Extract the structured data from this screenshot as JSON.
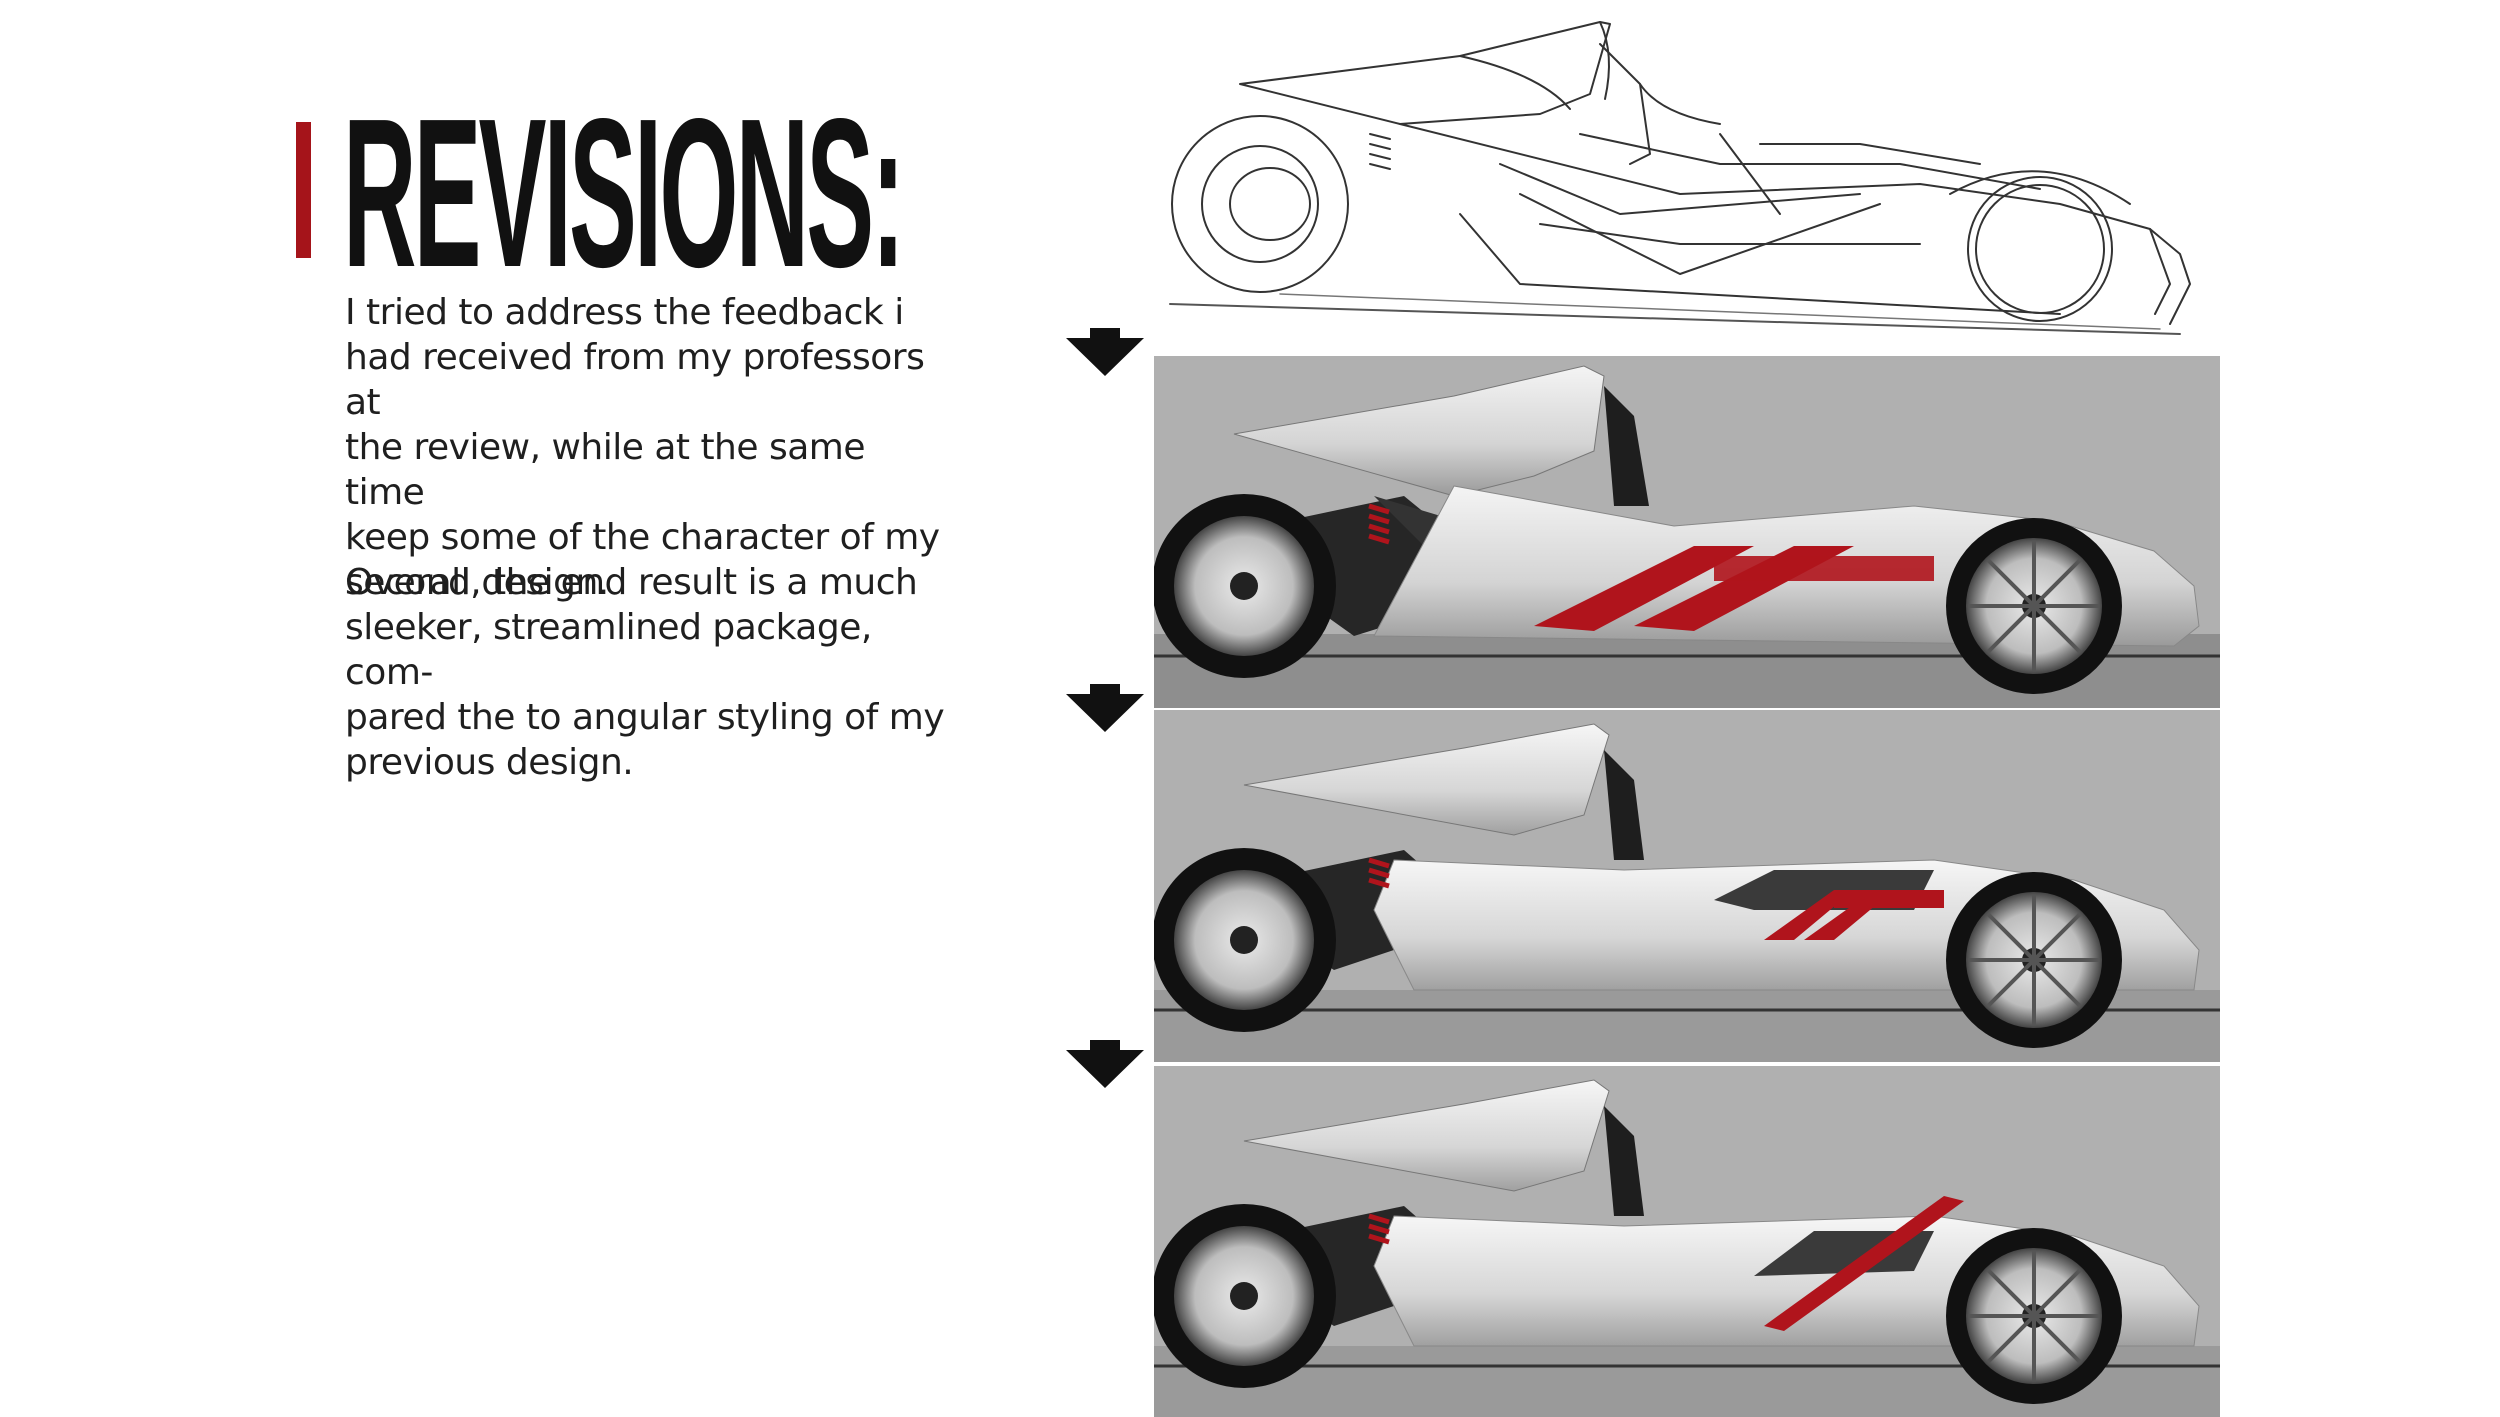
{
  "page": {
    "title": "REVISIONS:",
    "accent_color": "#a5141a",
    "paragraphs": [
      "I tried to address the feedback i\nhad received from my professors at\nthe review, while at the same time\nkeep some of the character of my\nsecond design.",
      "Overall, the end result is a much\nsleeker, streamlined package, com-\npared the to angular styling of my\nprevious design."
    ]
  },
  "images": [
    {
      "name": "line-sketch",
      "icon": "car-sketch-drawing"
    },
    {
      "name": "render-revision-1",
      "icon": "car-render",
      "stripe_color": "#b0141c"
    },
    {
      "name": "render-revision-2",
      "icon": "car-render",
      "stripe_color": "#b0141c"
    },
    {
      "name": "render-revision-3",
      "icon": "car-render",
      "stripe_color": "#b0141c"
    }
  ]
}
